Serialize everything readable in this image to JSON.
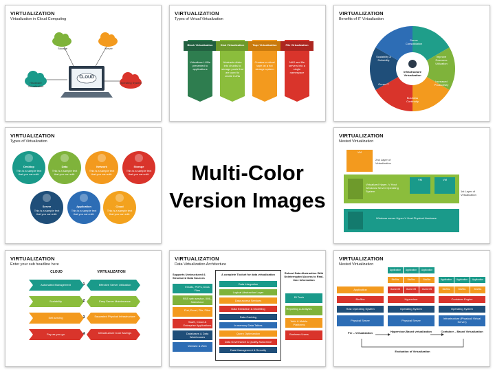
{
  "center": {
    "line1": "Multi-Color",
    "line2": "Version Images"
  },
  "slides": [
    {
      "title": "VIRTUALIZATION",
      "subtitle": "Virtualization in Cloud Computing",
      "cloud_label": "CLOUD",
      "labels": [
        "Storage",
        "Server",
        "Hardware Virtualization",
        "Operating System"
      ]
    },
    {
      "title": "VIRTUALIZATION",
      "subtitle": "Types of Virtual Virtualization",
      "banners": [
        {
          "name": "Block Virtualization",
          "text": "Virtualizes LUNs presented to applications",
          "color": "#2e7d4f"
        },
        {
          "name": "Disk Virtualization",
          "text": "Abstracts disks into chunks to storage pools that are used to create LUNs",
          "color": "#8bbd3c"
        },
        {
          "name": "Tape Virtualization",
          "text": "Creates a virtual tape on a hot storage system",
          "color": "#f39a1e"
        },
        {
          "name": "File Virtualization",
          "text": "NAS and file servers into a single namespace",
          "color": "#d9342b"
        }
      ]
    },
    {
      "title": "VIRTUALIZATION",
      "subtitle": "Benefits of IT Virtualization",
      "center_label": "Infrastructure Virtualization",
      "segments": [
        {
          "label": "Server Consolidation",
          "color": "#1f9e8a"
        },
        {
          "label": "Improve Resource Utilization",
          "color": "#7fb33b"
        },
        {
          "label": "Increased Productivity",
          "color": "#f39a1e"
        },
        {
          "label": "Business Continuity",
          "color": "#d9342b"
        },
        {
          "label": "Green IT",
          "color": "#1f4e79"
        },
        {
          "label": "Scalability & Reliability",
          "color": "#2d6db5"
        }
      ]
    },
    {
      "title": "VIRTUALIZATION",
      "subtitle": "Types of Virtualization",
      "circles": [
        {
          "name": "Desktop",
          "text": "This is a sample text that you can edit.",
          "color": "#1a9a8a"
        },
        {
          "name": "Data",
          "text": "This is a sample text that you can edit.",
          "color": "#7fb33b"
        },
        {
          "name": "Network",
          "text": "This is a sample text that you can edit.",
          "color": "#f39a1e"
        },
        {
          "name": "Storage",
          "text": "This is a sample text that you can edit.",
          "color": "#d9342b"
        },
        {
          "name": "Server",
          "text": "This is a sample text that you can edit.",
          "color": "#1f4e79"
        },
        {
          "name": "Application",
          "text": "This is a sample text that you can edit.",
          "color": "#2d6db5"
        },
        {
          "name": "Cloud",
          "text": "This is a sample text that you can edit.",
          "color": "#f3a21e"
        }
      ]
    },
    {
      "title": "VIRTUALIZATION",
      "subtitle": "Nested Virtualization",
      "vm_label": "VM",
      "layer2": "2nd Layer of Virtualization",
      "layer1": "1st Layer of Virtualization",
      "guest_text": "Virtualized Hyper- V Host Windows Server Operating System",
      "host_text": "Windows server Hyper-V Host Physical Hardware"
    },
    {
      "title": "VIRTUALIZATION",
      "subtitle": "Enter your sub headline here",
      "cloud_head": "CLOUD",
      "virt_head": "VIRTUALIZATION",
      "rows": [
        {
          "num": "1",
          "left": "Automated Management",
          "right": "Effective Server Utilization",
          "color": "#1a9a8a"
        },
        {
          "num": "2",
          "left": "Scalability",
          "right": "Easy Server Maintenance",
          "color": "#8bbd3c"
        },
        {
          "num": "3",
          "left": "Self-serving",
          "right": "Separated Physical Infrastructure",
          "color": "#f39a1e"
        },
        {
          "num": "4",
          "left": "Pay-as-you-go",
          "right": "Infrastructure Cost Savings",
          "color": "#d9342b"
        }
      ]
    },
    {
      "title": "VIRTUALIZATION",
      "subtitle": "Data Virtualization Architecture",
      "left_head": "Supports Unstructured & Structured Data Sources",
      "mid_head": "A complete Toolset for data virtualization",
      "right_head": "Robust Data Abstraction With Uninterrupted Access to Real-time Information",
      "sources": [
        "Emails, PDFs, Docs Files",
        "RSS web service, XML, Salesforce",
        "Flat, Excel, File, Files",
        "SaaS, Cloud & Enterprise Applications",
        "Databases & Data Warehouses",
        "Website & Web"
      ],
      "tools": [
        "Data Integration",
        "Logical Abstraction Layer",
        "Data access Services",
        "Data Extraction & Modelling",
        "Data Caching",
        "In memory Data Tables",
        "Query Optimization",
        "Data Governance & Quality Assurance",
        "Data Management & Security"
      ],
      "outputs": [
        "BI Tools",
        "Reporting & Analysis",
        "Web & Mobile Platforms",
        "Business Users"
      ]
    },
    {
      "title": "VIRTUALIZATION",
      "subtitle": "Nested Virtualization",
      "app": "Application",
      "bins": "Bin/libs",
      "guest": "Guest OS",
      "hypervisor": "Hypervisor",
      "engine": "Container Engine",
      "hostos": "Host Operating System",
      "opsys": "Operating System",
      "physical": "Physical Server",
      "infra": "Infrastructure (Physical/ Virtual Server)",
      "pre": "Pre – Virtualization",
      "hyp": "Hypervisor-Based virtualization",
      "cont": "Container – Based Virtualization",
      "eval": "Evaluation of Virtualization"
    }
  ]
}
